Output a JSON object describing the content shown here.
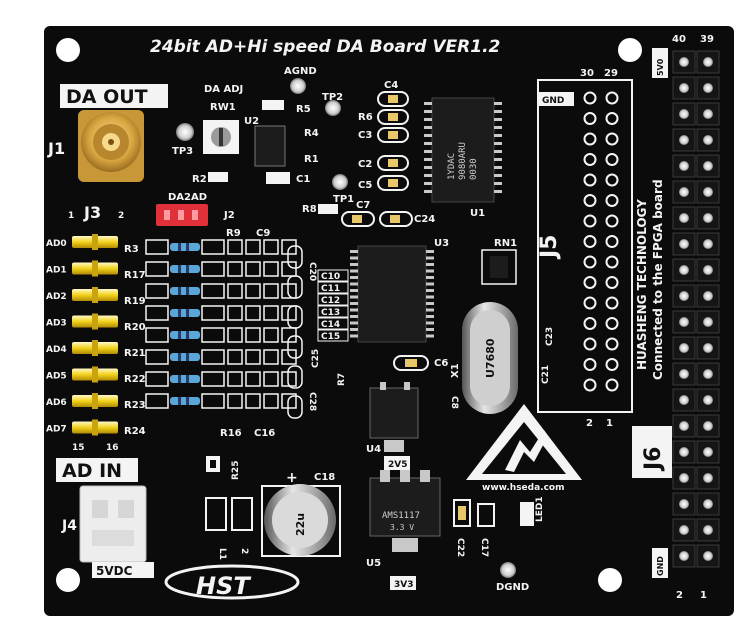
{
  "board": {
    "title": "24bit AD+Hi speed DA Board VER1.2",
    "da_out": "DA OUT",
    "ad_in": "AD IN",
    "j1": "J1",
    "j3": "J3",
    "j3_pin1": "1",
    "j3_pin2": "2",
    "j3_pin15": "15",
    "j3_pin16": "16",
    "j4": "J4",
    "j4_label": "5VDC",
    "j5": "J5",
    "j6": "J6",
    "gnd": "GND",
    "sv0": "5V0",
    "header_30": "30",
    "header_29": "29",
    "header_2": "2",
    "header_1": "1",
    "j6_40": "40",
    "j6_39": "39",
    "j6_2": "2",
    "j6_1": "1",
    "agnd": "AGND",
    "dgnd": "DGND",
    "da_adj": "DA ADJ",
    "rw1": "RW1",
    "da2ad": "DA2AD",
    "j2": "J2",
    "tp1": "TP1",
    "tp2": "TP2",
    "tp3": "TP3",
    "u1": "U1",
    "u2": "U2",
    "u3": "U3",
    "u4": "U4",
    "u5": "U5",
    "x1": "X1",
    "rn1": "RN1",
    "v2v5": "2V5",
    "v3v3": "3V3",
    "led1": "LED1",
    "crystal": "U7680",
    "chip_u1_line1": "1YDAC",
    "chip_u1_line2": "9080ARU",
    "chip_u1_line3": "0030",
    "reg_u5": "AMS1117",
    "reg_u5_sub": "3.3 V",
    "cap_c18": "C18",
    "cap_mark": "22u",
    "vendor_side_1": "HUASHENG TECHNOLOGY",
    "vendor_side_2": "Connected to the FPGA board",
    "website": "www.hseda.com",
    "logo": "HST",
    "ad_labels": [
      "AD0",
      "AD1",
      "AD2",
      "AD3",
      "AD4",
      "AD5",
      "AD6",
      "AD7"
    ],
    "r_labels": [
      "R3",
      "R17",
      "R19",
      "R20",
      "R21",
      "R22",
      "R23",
      "R24"
    ],
    "c_stack": [
      "C10",
      "C11",
      "C12",
      "C13",
      "C14",
      "C15"
    ],
    "misc_labels": {
      "r5": "R5",
      "r6": "R6",
      "r4": "R4",
      "r1": "R1",
      "r2": "R2",
      "r8": "R8",
      "r9": "R9",
      "r16": "R16",
      "r25": "R25",
      "r7": "R7",
      "c1": "C1",
      "c2": "C2",
      "c3": "C3",
      "c4": "C4",
      "c5": "C5",
      "c6": "C6",
      "c7": "C7",
      "c8": "C8",
      "c9": "C9",
      "c16": "C16",
      "c17": "C17",
      "c20": "C20",
      "c21": "C21",
      "c22": "C22",
      "c23": "C23",
      "c24": "C24",
      "c25": "C25",
      "c28": "C28",
      "l1": "L1",
      "l2": "2"
    }
  },
  "colors": {
    "pcb": "#0b0b0b",
    "silk": "#f4f4f4",
    "gold": "#d8a640",
    "header_yellow": "#f2d21c",
    "jumper_red": "#e0303a",
    "chip": "#1c1c1c"
  },
  "icons": {
    "esd": "esd-warning-icon",
    "sma": "sma-connector-icon"
  }
}
